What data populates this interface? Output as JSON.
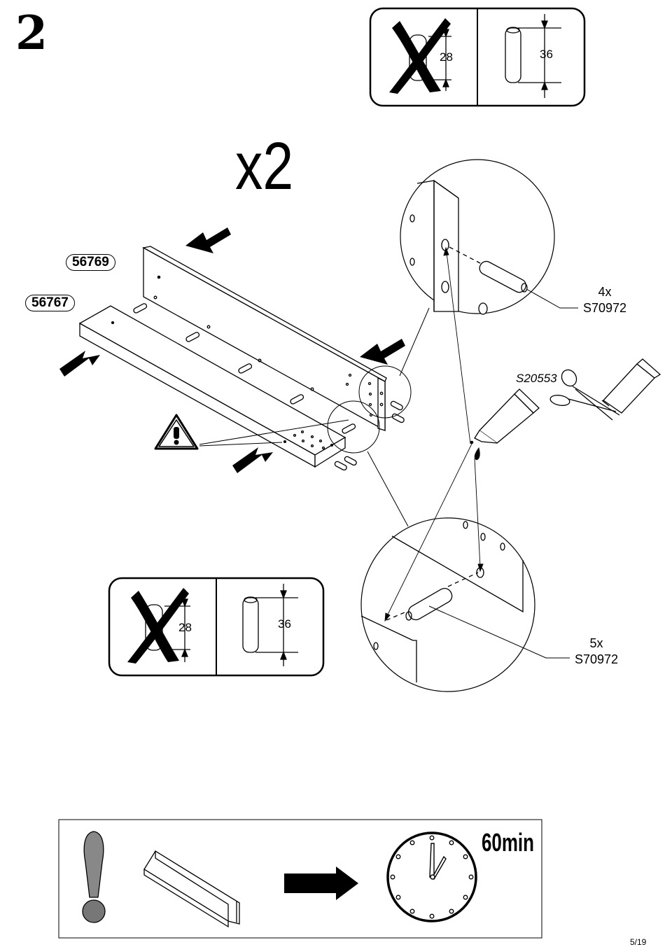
{
  "step": {
    "number": "2",
    "multiplier": "x2"
  },
  "dowel_check_top": {
    "wrong_length": "28",
    "correct_length": "36"
  },
  "dowel_check_bottom": {
    "wrong_length": "28",
    "correct_length": "36"
  },
  "parts": {
    "upper_panel": "56769",
    "lower_panel": "56767"
  },
  "callouts": {
    "top": {
      "qty": "4x",
      "code": "S70972"
    },
    "bottom": {
      "qty": "5x",
      "code": "S70972"
    }
  },
  "glue": {
    "code": "S20553"
  },
  "drying": {
    "time": "60min"
  },
  "page": {
    "number": "5/19"
  }
}
